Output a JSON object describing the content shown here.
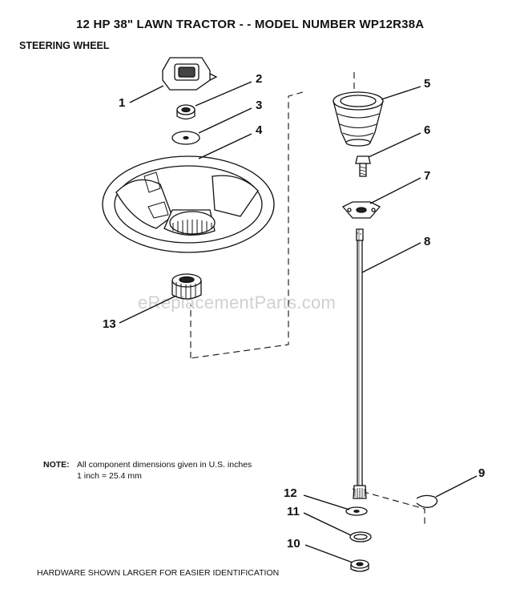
{
  "title": "12 HP 38\" LAWN TRACTOR - - MODEL NUMBER WP12R38A",
  "subtitle": "STEERING WHEEL",
  "callouts": [
    "1",
    "2",
    "3",
    "4",
    "5",
    "6",
    "7",
    "8",
    "9",
    "10",
    "11",
    "12",
    "13"
  ],
  "note": {
    "label": "NOTE:",
    "line1": "All component dimensions given in U.S. inches",
    "line2": "1 inch = 25.4 mm"
  },
  "footer": "HARDWARE SHOWN LARGER FOR EASIER IDENTIFICATION",
  "watermark": "eReplacementParts.com"
}
